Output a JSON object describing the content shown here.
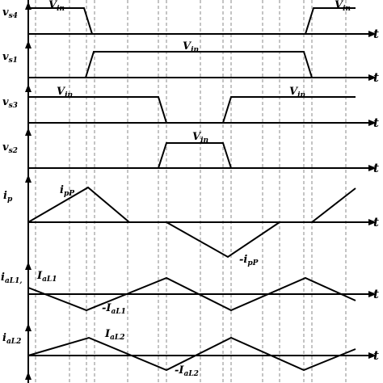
{
  "axis_symbol": "t",
  "rows": [
    {
      "name": "vs4",
      "ylabel_main": "v",
      "ylabel_sub": "s4",
      "annotations": [
        {
          "main": "V",
          "sub": "in"
        },
        {
          "main": "V",
          "sub": "in"
        }
      ]
    },
    {
      "name": "vs1",
      "ylabel_main": "v",
      "ylabel_sub": "s1",
      "annotations": [
        {
          "main": "V",
          "sub": "in"
        }
      ]
    },
    {
      "name": "vs3",
      "ylabel_main": "v",
      "ylabel_sub": "s3",
      "annotations": [
        {
          "main": "V",
          "sub": "in"
        },
        {
          "main": "V",
          "sub": "in"
        }
      ]
    },
    {
      "name": "vs2",
      "ylabel_main": "v",
      "ylabel_sub": "s2",
      "annotations": [
        {
          "main": "V",
          "sub": "in"
        }
      ]
    },
    {
      "name": "ip",
      "ylabel_main": "i",
      "ylabel_sub": "p",
      "annotations": [
        {
          "main": "i",
          "sub": "pP"
        },
        {
          "main": "-i",
          "sub": "pP"
        }
      ]
    },
    {
      "name": "iaL1",
      "ylabel_main": "i",
      "ylabel_sub": "aL1,",
      "annotations": [
        {
          "main": "I",
          "sub": "aL1"
        },
        {
          "main": "-I",
          "sub": "aL1"
        }
      ]
    },
    {
      "name": "iaL2",
      "ylabel_main": "i",
      "ylabel_sub": "aL2",
      "annotations": [
        {
          "main": "I",
          "sub": "aL2"
        },
        {
          "main": "-I",
          "sub": "aL2"
        }
      ]
    }
  ]
}
